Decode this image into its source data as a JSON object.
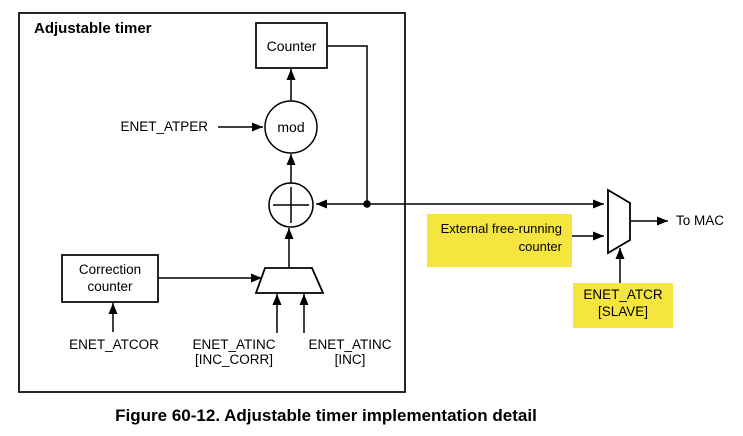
{
  "figure": {
    "title": "Adjustable timer",
    "caption": "Figure 60-12. Adjustable timer implementation detail",
    "colors": {
      "highlight": "#f6e43f",
      "line": "#000000",
      "background": "#ffffff"
    },
    "blocks": {
      "counter": {
        "label": "Counter"
      },
      "mod": {
        "label": "mod"
      },
      "adder": {
        "symbol": "+"
      },
      "correction_counter": {
        "line1": "Correction",
        "line2": "counter"
      }
    },
    "labels": {
      "atper": "ENET_ATPER",
      "atcor": "ENET_ATCOR",
      "atinc_corr": {
        "line1": "ENET_ATINC",
        "line2": "[INC_CORR]"
      },
      "atinc": {
        "line1": "ENET_ATINC",
        "line2": "[INC]"
      },
      "to_mac": "To MAC",
      "external_counter": {
        "line1": "External free-running",
        "line2": "counter"
      },
      "atcr": {
        "line1": "ENET_ATCR",
        "line2": "[SLAVE]"
      }
    }
  }
}
